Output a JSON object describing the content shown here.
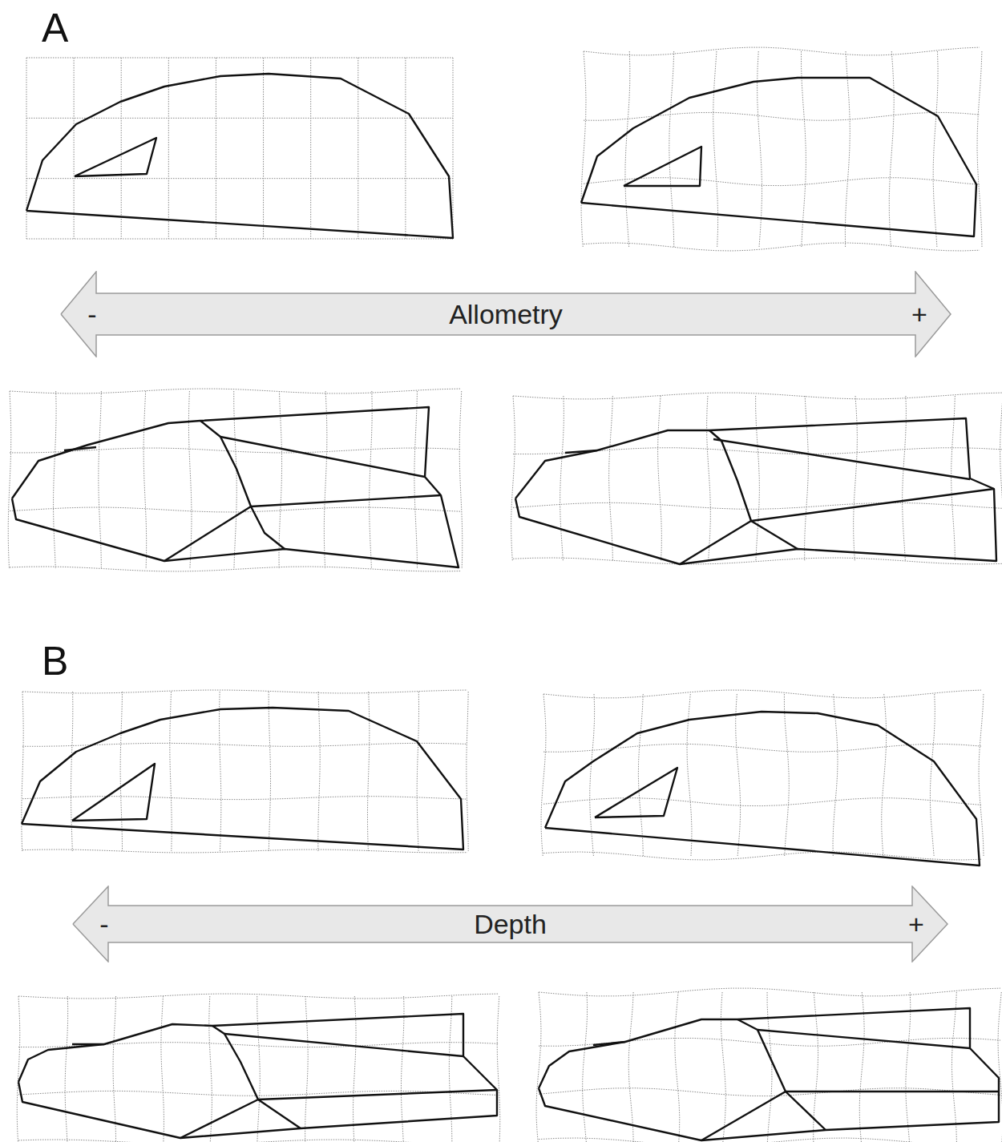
{
  "diagram": {
    "nodes": [
      {
        "text": [
          "-",
          "Allometry",
          "+"
        ]
      },
      {
        "text": [
          "-",
          "Depth",
          "+"
        ]
      }
    ],
    "labels": [
      "A",
      "B"
    ]
  }
}
